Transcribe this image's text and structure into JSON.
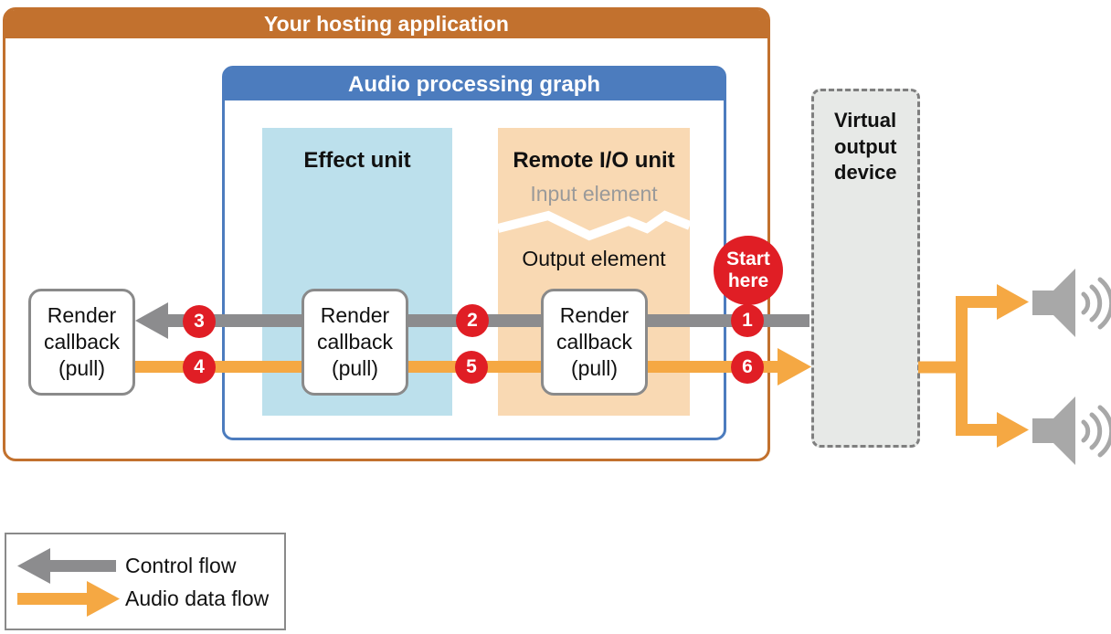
{
  "colors": {
    "hosting_orange": "#C2712E",
    "graph_blue": "#4C7CBE",
    "effect_fill": "#BCE0EC",
    "remote_fill": "#F9D9B3",
    "device_fill": "#E7E9E7",
    "badge_red": "#E01E25",
    "control_gray": "#8C8C8E",
    "audio_orange": "#F5A843",
    "speaker_gray": "#A8A8A8"
  },
  "hosting_app": {
    "title": "Your hosting application"
  },
  "audio_graph": {
    "title": "Audio processing graph"
  },
  "effect_unit": {
    "title": "Effect unit"
  },
  "remote_io": {
    "title": "Remote I/O unit",
    "input_label": "Input element",
    "output_label": "Output element"
  },
  "render_callback": {
    "line1": "Render",
    "line2": "callback",
    "line3": "(pull)"
  },
  "virtual_output": {
    "line1": "Virtual",
    "line2": "output",
    "line3": "device"
  },
  "start_badge": {
    "line1": "Start",
    "line2": "here"
  },
  "steps": {
    "s1": "1",
    "s2": "2",
    "s3": "3",
    "s4": "4",
    "s5": "5",
    "s6": "6"
  },
  "legend": {
    "control_label": "Control flow",
    "audio_label": "Audio data flow"
  }
}
